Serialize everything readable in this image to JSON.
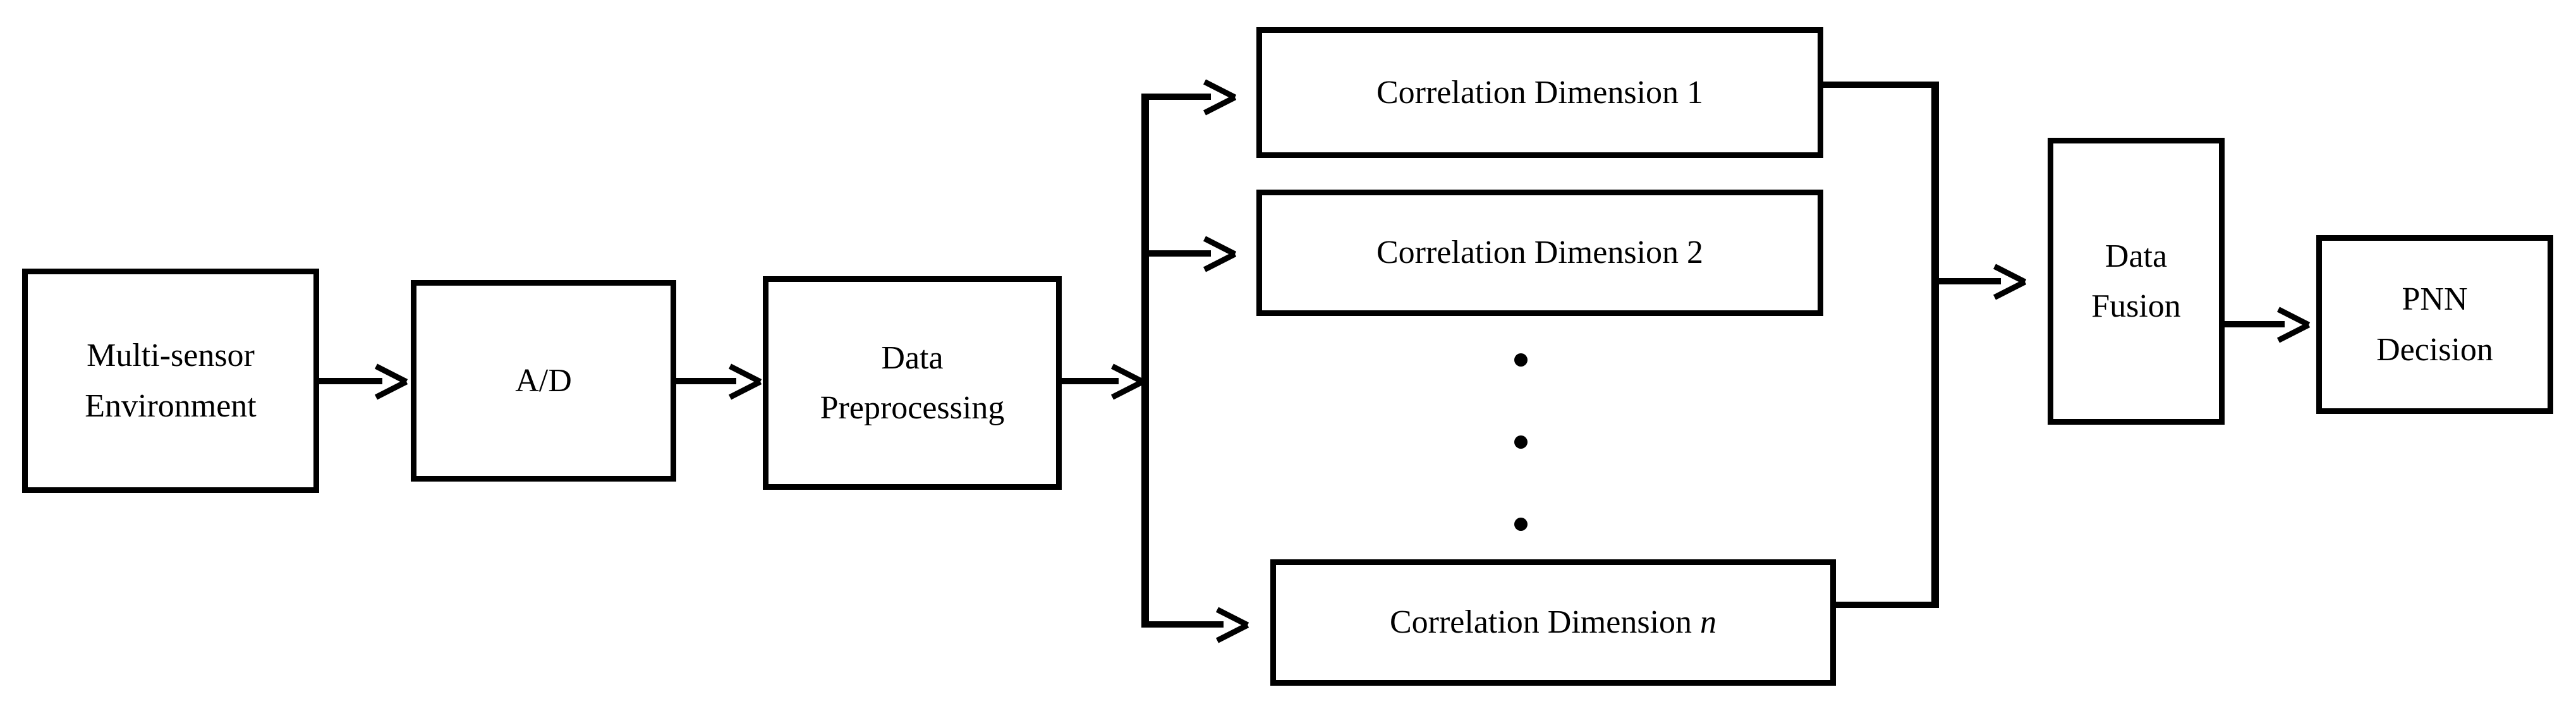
{
  "diagram": {
    "title": "Multi-sensor correlation dimension data fusion and PNN decision block diagram",
    "colors": {
      "stroke": "#000000",
      "fill": "#ffffff",
      "text": "#000000"
    },
    "nodes": {
      "multi_sensor": {
        "line1": "Multi-sensor",
        "line2": "Environment"
      },
      "ad": {
        "line1": "A/D"
      },
      "preprocessing": {
        "line1": "Data",
        "line2": "Preprocessing"
      },
      "cd1": {
        "line1": "Correlation Dimension 1"
      },
      "cd2": {
        "line1": "Correlation Dimension 2"
      },
      "cdn": {
        "prefix": "Correlation Dimension ",
        "variable": "n"
      },
      "data_fusion": {
        "line1": "Data",
        "line2": "Fusion"
      },
      "pnn_decision": {
        "line1": "PNN",
        "line2": "Decision"
      }
    },
    "ellipsis": {
      "symbol": "•",
      "count": 3
    }
  }
}
